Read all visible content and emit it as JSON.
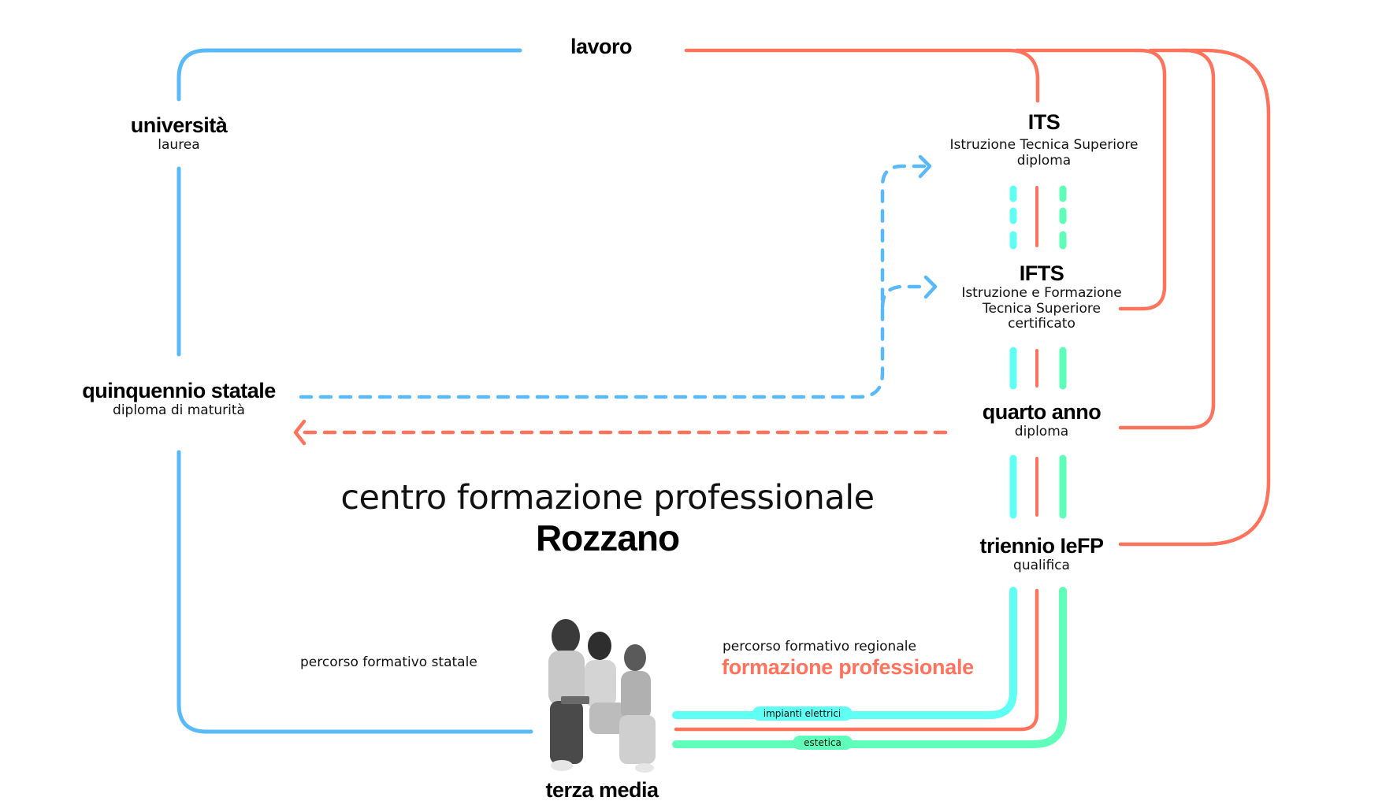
{
  "colors": {
    "statale": "#5ab9f8",
    "regionale": "#ff735d",
    "impianti": "#5ffff3",
    "estetica": "#60ffb9",
    "text": "#111111"
  },
  "nodes": {
    "lavoro": {
      "title": "lavoro"
    },
    "universita": {
      "title": "università",
      "subtitle": "laurea"
    },
    "quinquennio": {
      "title": "quinquennio statale",
      "subtitle": "diploma di maturità"
    },
    "its": {
      "title": "ITS",
      "subtitle": "Istruzione Tecnica Superiore",
      "subtitle2": "diploma"
    },
    "ifts": {
      "title": "IFTS",
      "subtitle": "Istruzione e Formazione",
      "subtitle2": "Tecnica Superiore",
      "subtitle3": "certificato"
    },
    "quarto": {
      "title": "quarto anno",
      "subtitle": "diploma"
    },
    "triennio": {
      "title": "triennio IeFP",
      "subtitle": "qualifica"
    },
    "terza_media": {
      "title": "terza media"
    }
  },
  "center": {
    "line1": "centro formazione professionale",
    "line2": "Rozzano"
  },
  "paths": {
    "statale_label": "percorso formativo statale",
    "regionale_label": "percorso formativo regionale",
    "regionale_accent": "formazione professionale"
  },
  "tracks": [
    {
      "name": "impianti elettrici"
    },
    {
      "name": "estetica"
    }
  ],
  "photo": {
    "description": "three students sitting together (grayscale photo)"
  }
}
